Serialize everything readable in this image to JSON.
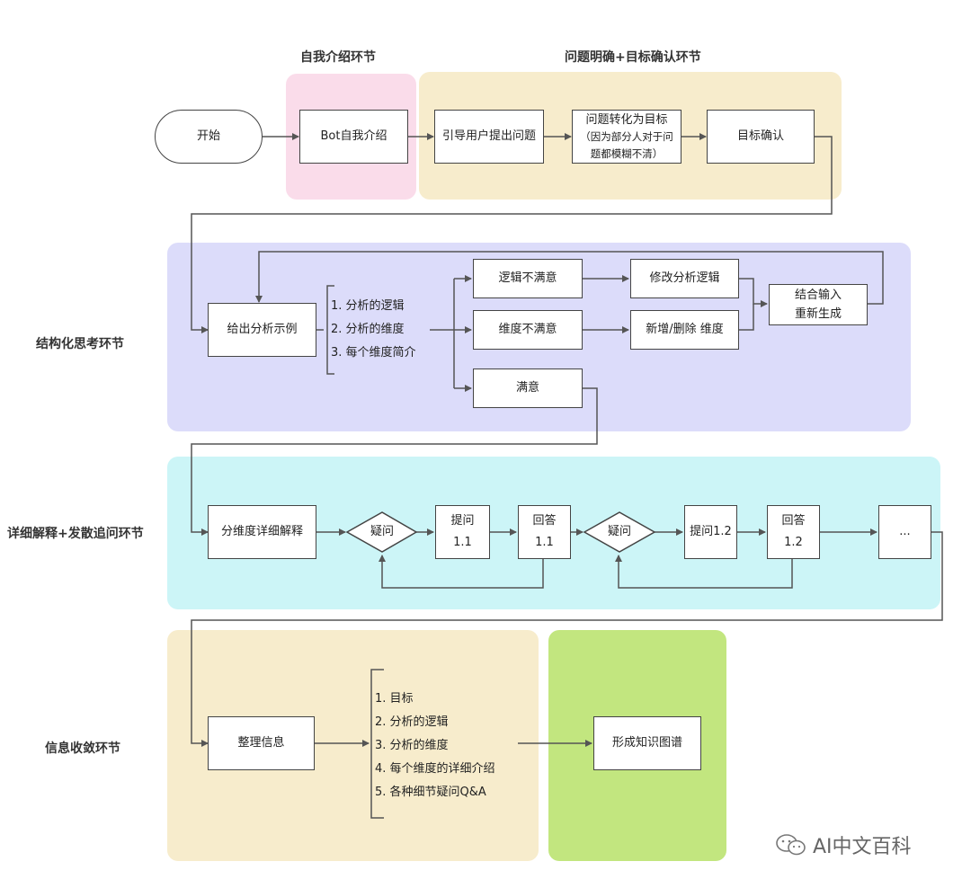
{
  "sections": {
    "intro": "自我介绍环节",
    "clarify": "问题明确+目标确认环节",
    "structured": "结构化思考环节",
    "explain": "详细解释+发散追问环节",
    "converge": "信息收敛环节"
  },
  "nodes": {
    "start": "开始",
    "bot_intro": "Bot自我介绍",
    "guide": "引导用户提出问题",
    "q2g_line1": "问题转化为目标",
    "q2g_line2": "（因为部分人对于问",
    "q2g_line3": "题都模糊不清）",
    "goal_confirm": "目标确认",
    "example": "给出分析示例",
    "logic_unsat": "逻辑不满意",
    "dim_unsat": "维度不满意",
    "satisfied": "满意",
    "modify_logic": "修改分析逻辑",
    "add_remove_dim": "新增/删除 维度",
    "combine_line1": "结合输入",
    "combine_line2": "重新生成",
    "detail": "分维度详细解释",
    "doubt1": "疑问",
    "ask11_line1": "提问",
    "ask11_line2": "1.1",
    "ans11_line1": "回答",
    "ans11_line2": "1.1",
    "doubt2": "疑问",
    "ask12": "提问1.2",
    "ans12_line1": "回答",
    "ans12_line2": "1.2",
    "ellipsis": "...",
    "organize": "整理信息",
    "knowledge_graph": "形成知识图谱"
  },
  "list_example": [
    "1. 分析的逻辑",
    "2. 分析的维度",
    "3. 每个维度简介"
  ],
  "list_summary": [
    "1. 目标",
    "2. 分析的逻辑",
    "3. 分析的维度",
    "4. 每个维度的详细介绍",
    "5. 各种细节疑问Q&A"
  ],
  "watermark": "AI中文百科",
  "colors": {
    "pink": "#fadcea",
    "beige": "#f7eccc",
    "lavender": "#dcdcfa",
    "cyan": "#ccf5f7",
    "green": "#c2e67f",
    "line": "#555555"
  }
}
